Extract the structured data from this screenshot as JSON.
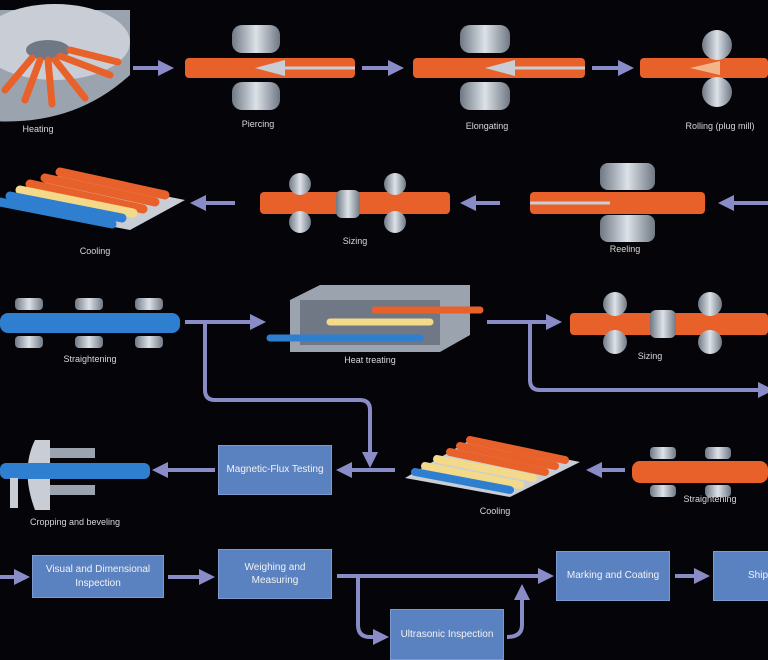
{
  "colors": {
    "background": "#050408",
    "arrow": "#8a8cc8",
    "box": "#5b82c0",
    "pipe_hot": "#e8612a",
    "pipe_cool": "#2f7fd0",
    "pipe_warm": "#f3d98a",
    "roller": "#a9b1bd"
  },
  "steps": {
    "heating": "Heating",
    "piercing": "Piercing",
    "elongating": "Elongating",
    "rolling": "Rolling (plug mill)",
    "cooling1": "Cooling",
    "sizing1": "Sizing",
    "reeling": "Reeling",
    "straightening1": "Straightening",
    "heat_treating": "Heat treating",
    "sizing2": "Sizing",
    "cropping": "Cropping and beveling",
    "magnetic": "Magnetic-Flux Testing",
    "cooling2": "Cooling",
    "straightening2": "Straightening",
    "visual": "Visual and Dimensional Inspection",
    "weighing": "Weighing and Measuring",
    "ultrasonic": "Ultrasonic Inspection",
    "marking": "Marking and Coating",
    "shipping": "Shipping"
  }
}
